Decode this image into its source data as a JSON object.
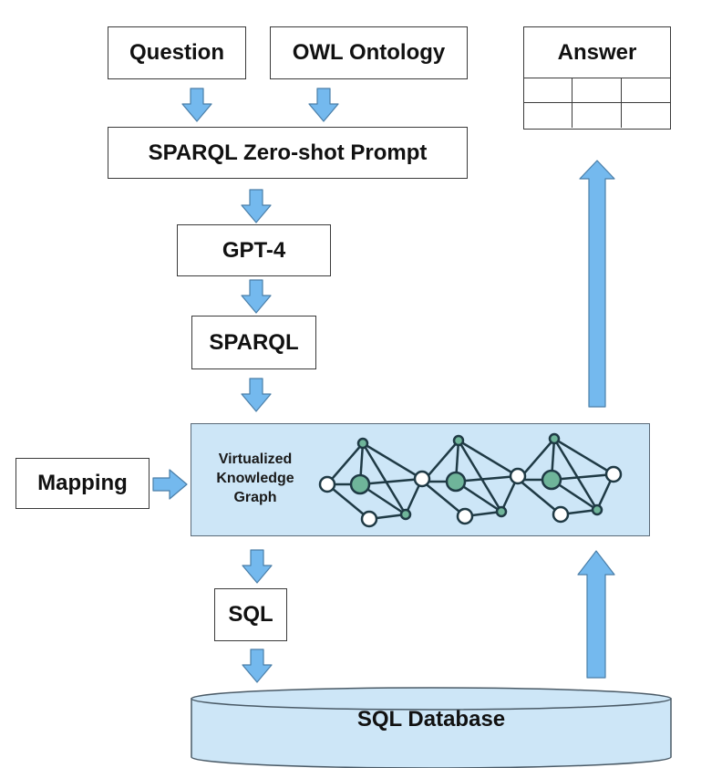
{
  "diagram": {
    "nodes": {
      "question": "Question",
      "owl_ontology": "OWL Ontology",
      "prompt": "SPARQL Zero-shot Prompt",
      "llm": "GPT-4",
      "sparql": "SPARQL",
      "mapping": "Mapping",
      "vkg": "Virtualized Knowledge Graph",
      "sql": "SQL",
      "database": "SQL Database",
      "answer": "Answer"
    },
    "answer_table": {
      "rows": 2,
      "columns": 3
    },
    "edges": [
      {
        "from": "Question",
        "to": "SPARQL Zero-shot Prompt"
      },
      {
        "from": "OWL Ontology",
        "to": "SPARQL Zero-shot Prompt"
      },
      {
        "from": "SPARQL Zero-shot Prompt",
        "to": "GPT-4"
      },
      {
        "from": "GPT-4",
        "to": "SPARQL"
      },
      {
        "from": "SPARQL",
        "to": "Virtualized Knowledge Graph"
      },
      {
        "from": "Mapping",
        "to": "Virtualized Knowledge Graph"
      },
      {
        "from": "Virtualized Knowledge Graph",
        "to": "SQL"
      },
      {
        "from": "SQL",
        "to": "SQL Database"
      },
      {
        "from": "SQL Database",
        "to": "Virtualized Knowledge Graph"
      },
      {
        "from": "Virtualized Knowledge Graph",
        "to": "Answer"
      }
    ],
    "colors": {
      "arrow_fill": "#74b9ee",
      "arrow_stroke": "#4a7ea8",
      "panel_fill": "#cde6f7",
      "graph_edge": "#1f3a45",
      "graph_hub": "#6fb59a",
      "graph_leaf": "#ffffff"
    }
  }
}
